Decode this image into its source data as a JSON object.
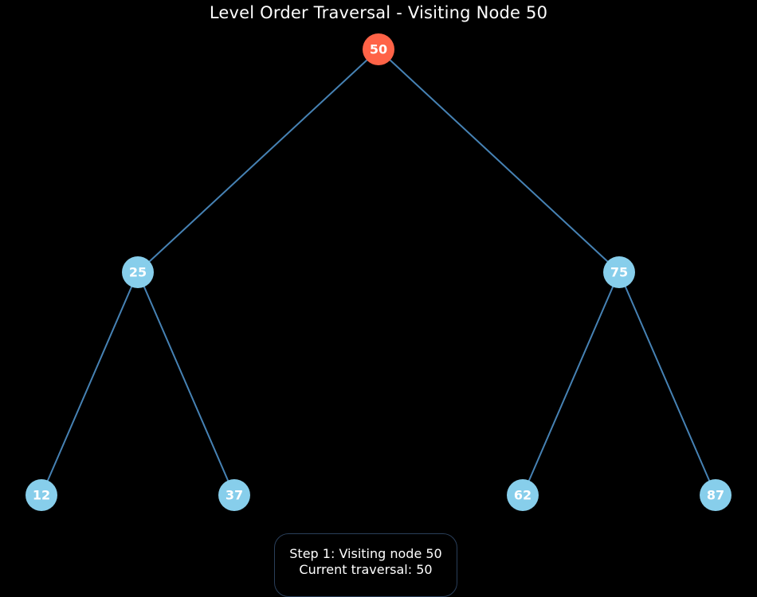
{
  "title": "Level Order Traversal - Visiting Node 50",
  "colors": {
    "background": "#000000",
    "edge": "#4682b4",
    "node_default": "#87ceeb",
    "node_current": "#ff6347",
    "text": "#ffffff",
    "status_border": "#2a3f5a"
  },
  "tree": {
    "nodes": [
      {
        "id": "n50",
        "label": "50",
        "level": 0,
        "state": "current"
      },
      {
        "id": "n25",
        "label": "25",
        "level": 1,
        "state": "default"
      },
      {
        "id": "n75",
        "label": "75",
        "level": 1,
        "state": "default"
      },
      {
        "id": "n12",
        "label": "12",
        "level": 2,
        "state": "default"
      },
      {
        "id": "n37",
        "label": "37",
        "level": 2,
        "state": "default"
      },
      {
        "id": "n62",
        "label": "62",
        "level": 2,
        "state": "default"
      },
      {
        "id": "n87",
        "label": "87",
        "level": 2,
        "state": "default"
      }
    ],
    "edges": [
      {
        "from": "n50",
        "to": "n25"
      },
      {
        "from": "n50",
        "to": "n75"
      },
      {
        "from": "n25",
        "to": "n12"
      },
      {
        "from": "n25",
        "to": "n37"
      },
      {
        "from": "n75",
        "to": "n62"
      },
      {
        "from": "n75",
        "to": "n87"
      }
    ]
  },
  "status": {
    "step_line": "Step 1: Visiting node 50",
    "traversal_line": "Current traversal: 50"
  }
}
